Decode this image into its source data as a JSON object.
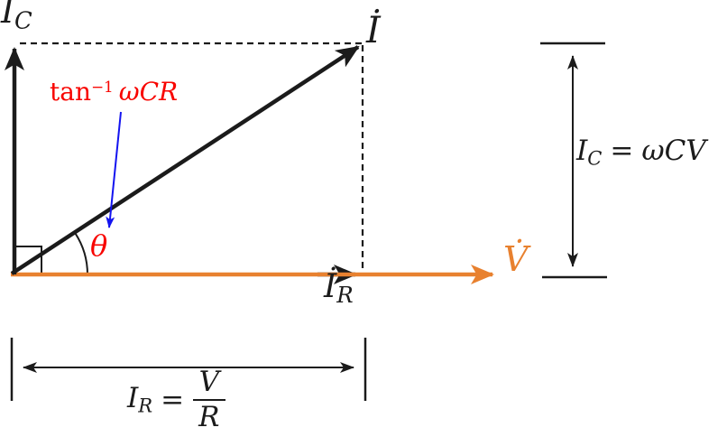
{
  "diagram": {
    "phasors": {
      "i_c": {
        "label": "İ",
        "sub": "C"
      },
      "i_total": {
        "label": "İ"
      },
      "i_r": {
        "label": "İ",
        "sub": "R"
      },
      "v": {
        "label": "V̇"
      }
    },
    "angle": {
      "theta": "θ",
      "formula_fn": "tan",
      "formula_sup": "−1",
      "formula_arg": "ωCR"
    },
    "equations": {
      "i_c": {
        "lhs": "I",
        "lhs_sub": "C",
        "eq": "=",
        "rhs": "ωCV"
      },
      "i_r": {
        "lhs": "I",
        "lhs_sub": "R",
        "eq": "=",
        "frac_num": "V",
        "frac_den": "R"
      }
    },
    "colors": {
      "ink": "#1b1b1b",
      "voltage_orange": "#e8812f",
      "annotation_red": "#f80400",
      "pointer_blue": "#1414f0"
    }
  }
}
